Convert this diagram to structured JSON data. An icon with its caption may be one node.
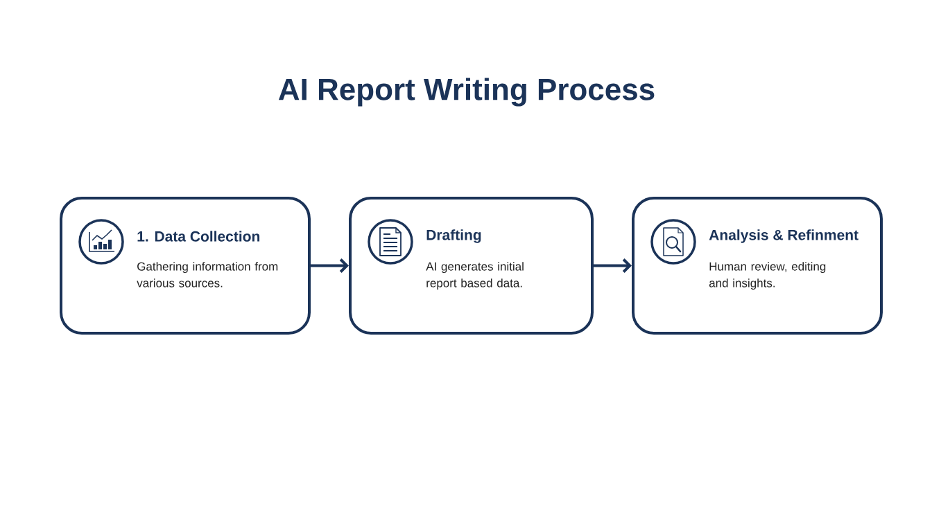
{
  "diagram": {
    "title": "AI Report Writing Process",
    "nodes": [
      {
        "text": [
          "1. Data Collection",
          "Gathering information from various sources."
        ]
      },
      {
        "text": [
          "Drafting",
          "AI generates initial report based data."
        ]
      },
      {
        "text": [
          "Analysis & Refinment",
          "Human review, editing and insights."
        ]
      }
    ],
    "edges": [
      {
        "from": 0,
        "to": 1,
        "arrow": "to"
      },
      {
        "from": 1,
        "to": 2,
        "arrow": "to"
      }
    ]
  }
}
